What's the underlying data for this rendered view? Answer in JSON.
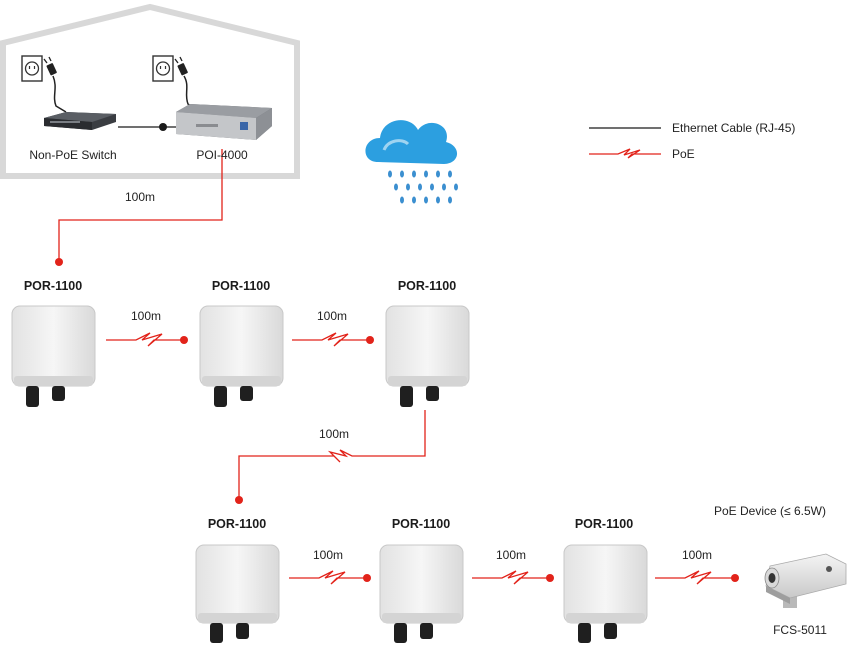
{
  "house": {
    "switch_label": "Non-PoE Switch",
    "poi_label": "POI-4000"
  },
  "legend": {
    "ethernet_label": "Ethernet Cable (RJ-45)",
    "poe_label": "PoE",
    "ethernet_color": "#1a1a1a",
    "poe_color": "#e2231a"
  },
  "repeater_label": "POR-1100",
  "distance_label": "100m",
  "device": {
    "title": "PoE Device (≤ 6.5W)",
    "model": "FCS-5011"
  },
  "colors": {
    "cloud": "#2c9fe0",
    "rain": "#3b8fd0",
    "house_outline": "#d8d8d8",
    "enclosure": "#ececec"
  }
}
